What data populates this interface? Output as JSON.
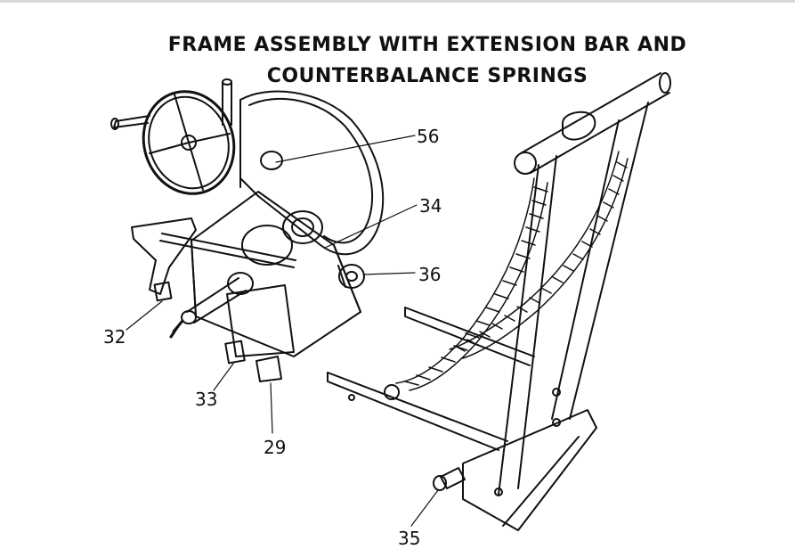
{
  "title": {
    "line1": "FRAME ASSEMBLY WITH EXTENSION BAR AND",
    "line2": "COUNTERBALANCE SPRINGS"
  },
  "callouts": {
    "c56": "56",
    "c34": "34",
    "c36": "36",
    "c32": "32",
    "c33": "33",
    "c29": "29",
    "c35": "35"
  },
  "colors": {
    "ink": "#111111",
    "paper": "#ffffff"
  }
}
